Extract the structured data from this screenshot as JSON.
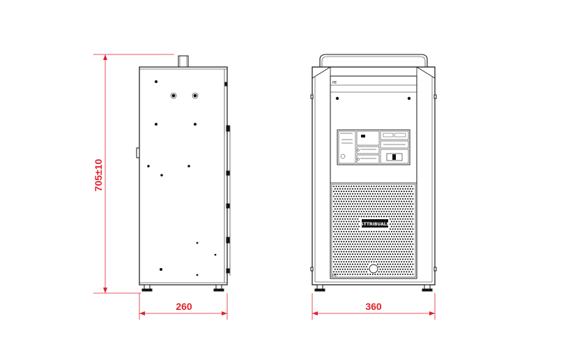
{
  "dimensions": {
    "height_label": "705±10",
    "side_width_label": "260",
    "front_width_label": "360"
  },
  "front_view": {
    "brand_plate_text": "STTRIBUALE",
    "corner_label_top": "PE",
    "corner_label_bottom": "PE"
  },
  "colors": {
    "dimension": "#e0202a",
    "outline": "#111111",
    "background": "#ffffff"
  }
}
